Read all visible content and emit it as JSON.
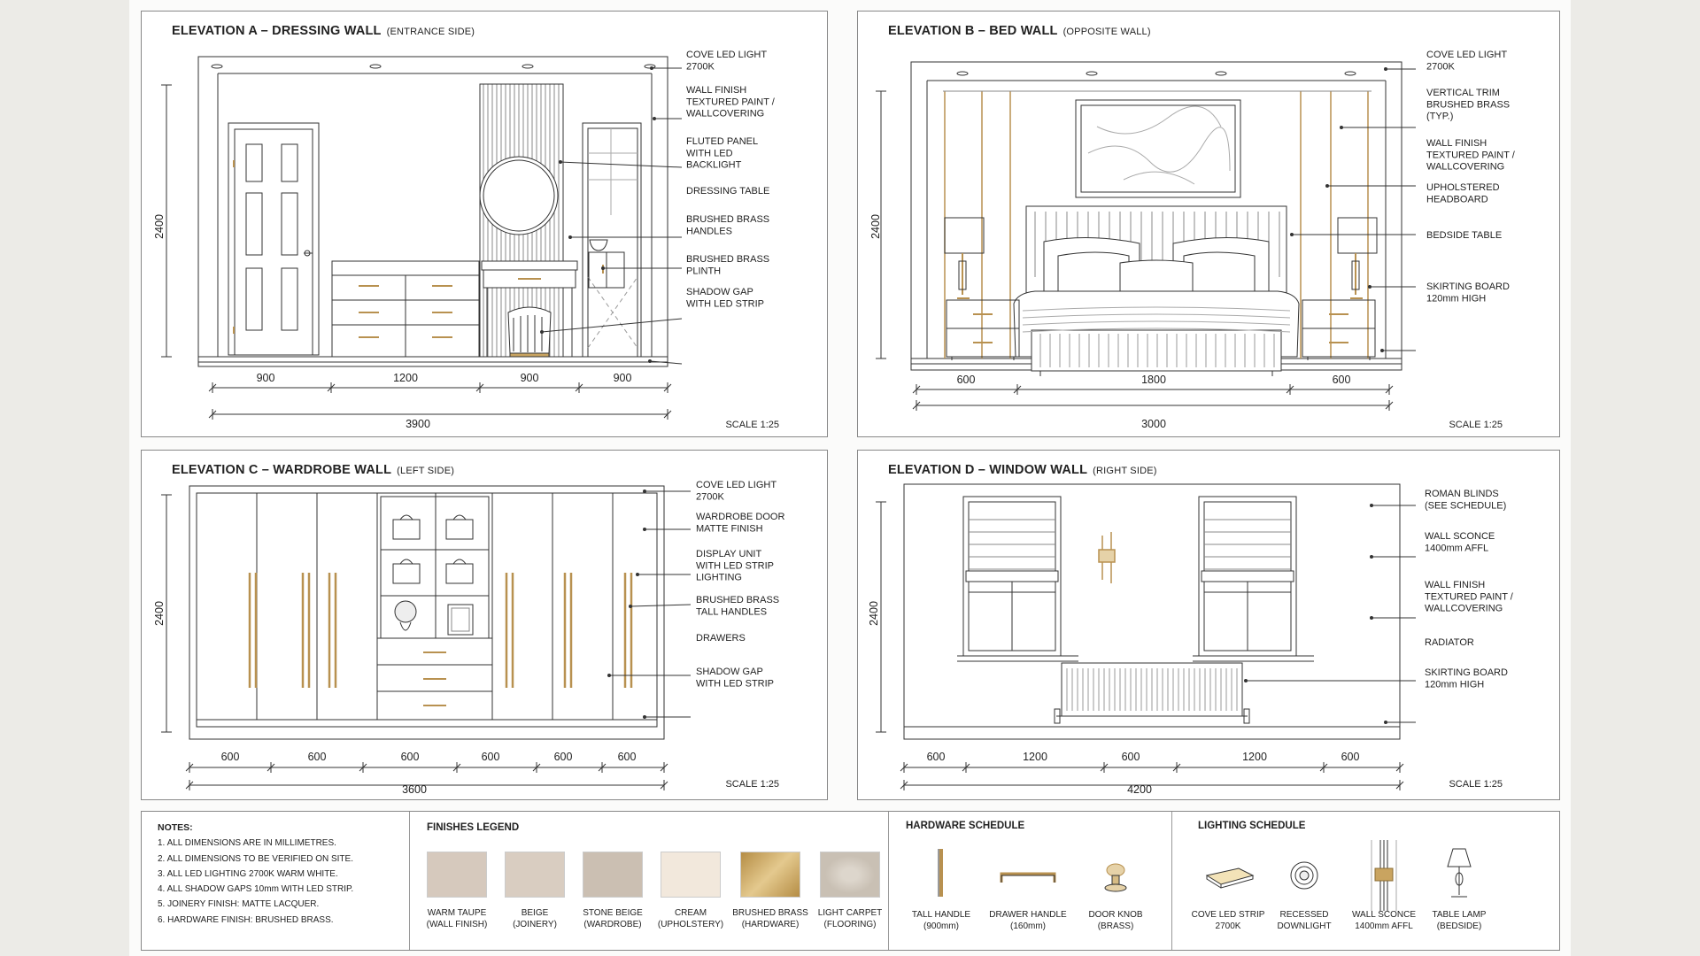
{
  "elevations": [
    {
      "title": "ELEVATION A – DRESSING WALL",
      "subtitle": "(ENTRANCE SIDE)",
      "scale": "SCALE 1:25",
      "height_dim": "2400",
      "dims": [
        "900",
        "1200",
        "900",
        "900"
      ],
      "total": "3900",
      "callouts": [
        [
          "COVE LED LIGHT",
          "2700K"
        ],
        [
          "WALL FINISH",
          "TEXTURED PAINT /",
          "WALLCOVERING"
        ],
        [
          "FLUTED PANEL",
          "WITH LED",
          "BACKLIGHT"
        ],
        [
          "DRESSING TABLE"
        ],
        [
          "BRUSHED BRASS",
          "HANDLES"
        ],
        [
          "BRUSHED BRASS",
          "PLINTH"
        ],
        [
          "SHADOW GAP",
          "WITH LED STRIP"
        ]
      ]
    },
    {
      "title": "ELEVATION B – BED WALL",
      "subtitle": "(OPPOSITE WALL)",
      "scale": "SCALE 1:25",
      "height_dim": "2400",
      "dims": [
        "600",
        "1800",
        "600"
      ],
      "total": "3000",
      "callouts": [
        [
          "COVE LED LIGHT",
          "2700K"
        ],
        [
          "VERTICAL TRIM",
          "BRUSHED BRASS",
          "(TYP.)"
        ],
        [
          "WALL FINISH",
          "TEXTURED PAINT /",
          "WALLCOVERING"
        ],
        [
          "UPHOLSTERED",
          "HEADBOARD"
        ],
        [
          "BEDSIDE TABLE"
        ],
        [
          "SKIRTING BOARD",
          "120mm HIGH"
        ]
      ]
    },
    {
      "title": "ELEVATION C – WARDROBE WALL",
      "subtitle": "(LEFT SIDE)",
      "scale": "SCALE 1:25",
      "height_dim": "2400",
      "dims": [
        "600",
        "600",
        "600",
        "600",
        "600",
        "600"
      ],
      "total": "3600",
      "callouts": [
        [
          "COVE LED LIGHT",
          "2700K"
        ],
        [
          "WARDROBE DOOR",
          "MATTE FINISH"
        ],
        [
          "DISPLAY UNIT",
          "WITH LED STRIP",
          "LIGHTING"
        ],
        [
          "BRUSHED BRASS",
          "TALL HANDLES"
        ],
        [
          "DRAWERS"
        ],
        [
          "SHADOW GAP",
          "WITH LED STRIP"
        ]
      ]
    },
    {
      "title": "ELEVATION D – WINDOW WALL",
      "subtitle": "(RIGHT SIDE)",
      "scale": "SCALE 1:25",
      "height_dim": "2400",
      "dims": [
        "600",
        "1200",
        "600",
        "1200",
        "600"
      ],
      "total": "4200",
      "callouts": [
        [
          "ROMAN BLINDS",
          "(SEE SCHEDULE)"
        ],
        [
          "WALL SCONCE",
          "1400mm AFFL"
        ],
        [
          "WALL FINISH",
          "TEXTURED PAINT /",
          "WALLCOVERING"
        ],
        [
          "RADIATOR"
        ],
        [
          "SKIRTING BOARD",
          "120mm HIGH"
        ]
      ]
    }
  ],
  "notes": {
    "title": "NOTES:",
    "items": [
      "1.   ALL DIMENSIONS ARE IN MILLIMETRES.",
      "2.   ALL DIMENSIONS TO BE VERIFIED ON SITE.",
      "3.   ALL LED LIGHTING 2700K WARM WHITE.",
      "4.   ALL SHADOW GAPS 10mm WITH LED STRIP.",
      "5.   JOINERY FINISH: MATTE LACQUER.",
      "6.   HARDWARE FINISH: BRUSHED BRASS."
    ]
  },
  "finishes": {
    "title": "FINISHES LEGEND",
    "items": [
      {
        "name": "WARM TAUPE",
        "note": "(WALL FINISH)",
        "color": "#d6c9bd"
      },
      {
        "name": "BEIGE",
        "note": "(JOINERY)",
        "color": "#d9cdc1"
      },
      {
        "name": "STONE BEIGE",
        "note": "(WARDROBE)",
        "color": "#cbbfb2"
      },
      {
        "name": "CREAM",
        "note": "(UPHOLSTERY)",
        "color": "#f2e8dc"
      },
      {
        "name": "BRUSHED BRASS",
        "note": "(HARDWARE)",
        "color": "#c9a460"
      },
      {
        "name": "LIGHT CARPET",
        "note": "(FLOORING)",
        "color": "#d3cbc1"
      }
    ]
  },
  "hardware": {
    "title": "HARDWARE SCHEDULE",
    "items": [
      {
        "name": "TALL HANDLE",
        "note": "(900mm)",
        "icon": "tall-handle-icon"
      },
      {
        "name": "DRAWER HANDLE",
        "note": "(160mm)",
        "icon": "drawer-handle-icon"
      },
      {
        "name": "DOOR KNOB",
        "note": "(BRASS)",
        "icon": "door-knob-icon"
      }
    ]
  },
  "lighting": {
    "title": "LIGHTING SCHEDULE",
    "items": [
      {
        "name": "COVE LED STRIP",
        "note": "2700K",
        "icon": "cove-led-strip-icon"
      },
      {
        "name": "RECESSED",
        "note": "DOWNLIGHT",
        "icon": "recessed-downlight-icon"
      },
      {
        "name": "WALL SCONCE",
        "note": "1400mm AFFL",
        "icon": "wall-sconce-icon"
      },
      {
        "name": "TABLE LAMP",
        "note": "(BEDSIDE)",
        "icon": "table-lamp-icon"
      }
    ]
  }
}
